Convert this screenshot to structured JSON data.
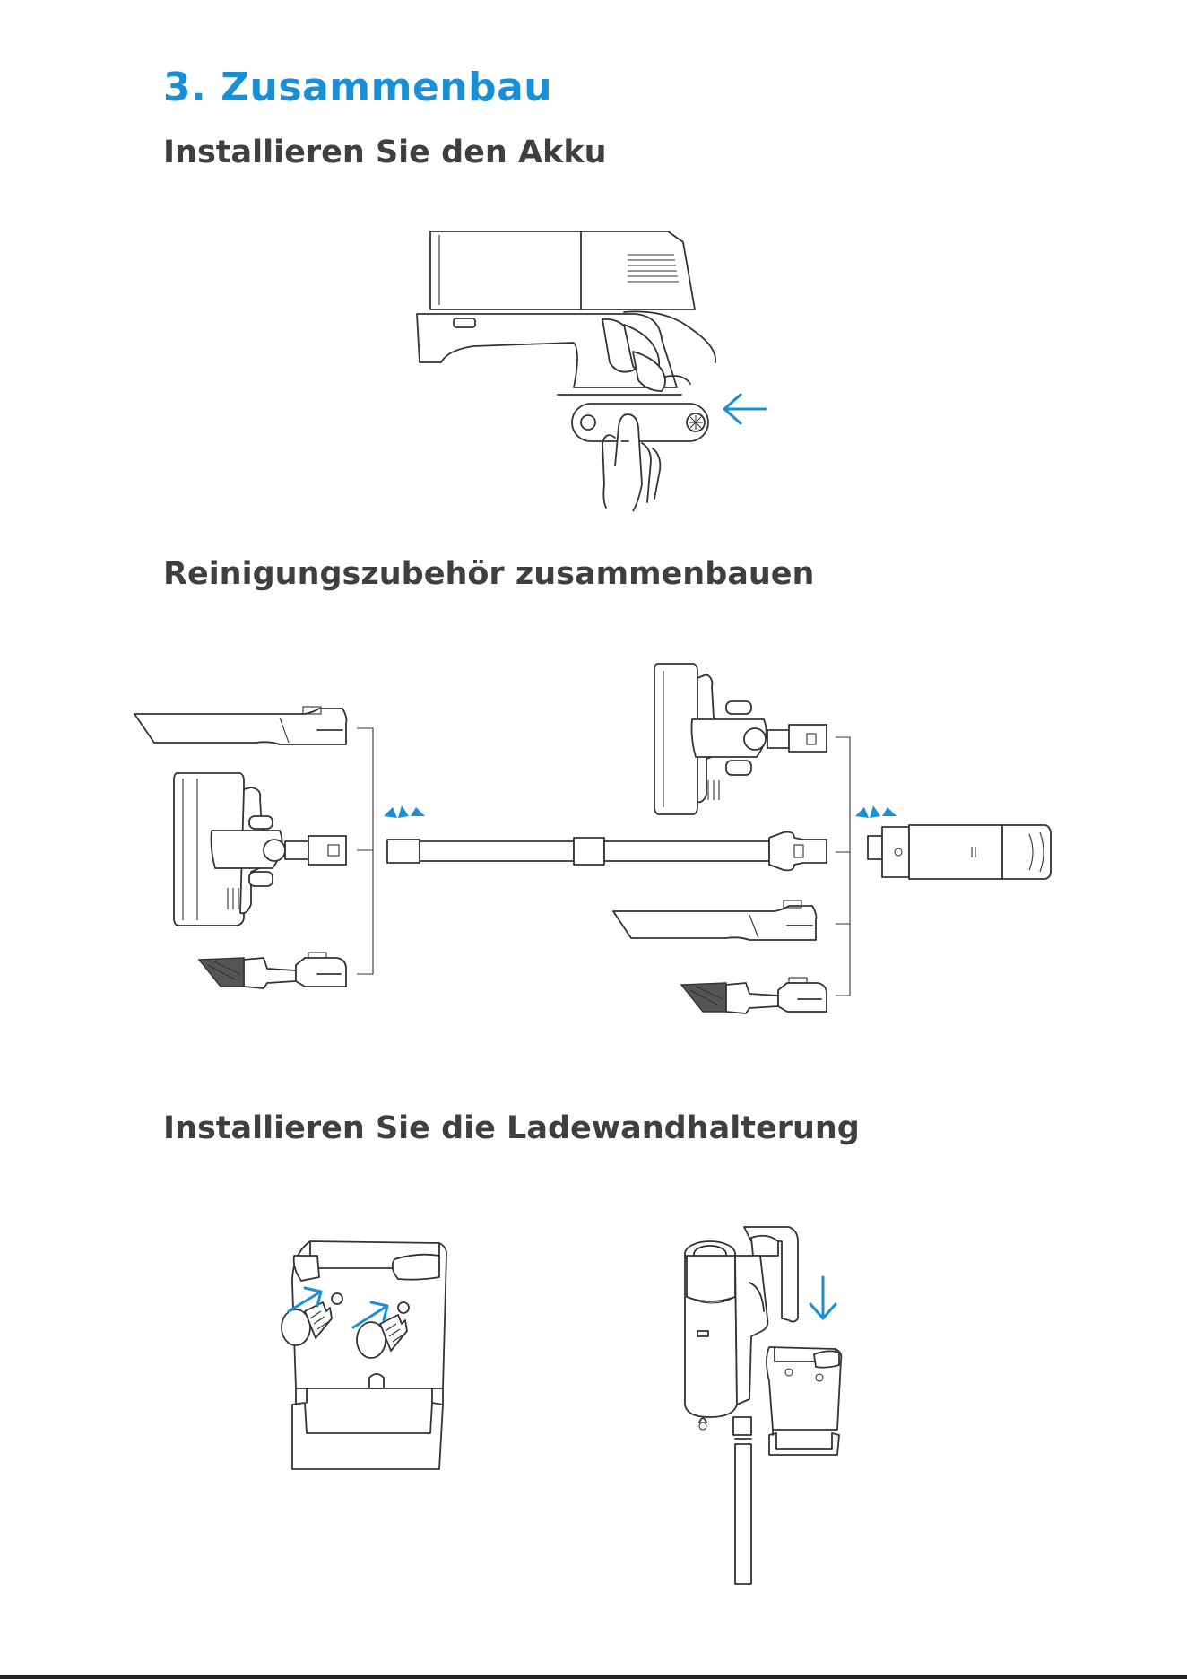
{
  "page": {
    "title": "3. Zusammenbau",
    "sections": [
      {
        "heading": "Installieren Sie den Akku",
        "illustration_icon": "battery-install-illustration"
      },
      {
        "heading": "Reinigungszubehör zusammenbauen",
        "illustration_icon": "accessory-assembly-illustration"
      },
      {
        "heading": "Installieren Sie die Ladewandhalterung",
        "illustration_icon": "wall-mount-install-illustration"
      }
    ]
  },
  "colors": {
    "accent": "#1a8fd6",
    "heading": "#3f3f3f",
    "line": "#333333",
    "footer": "#222222"
  }
}
